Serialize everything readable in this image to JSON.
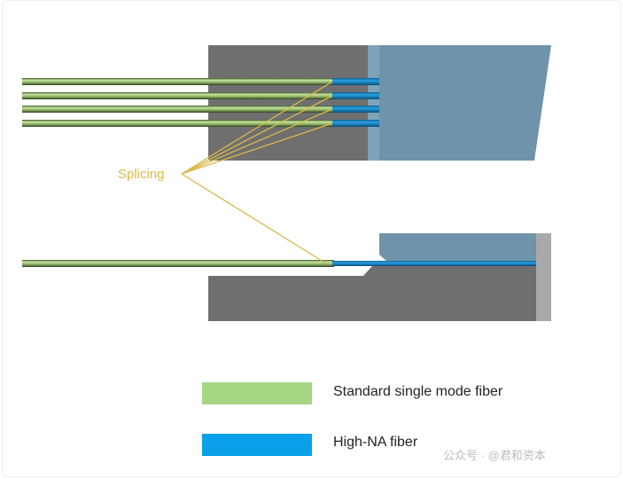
{
  "diagram": {
    "callout": "Splicing",
    "legend": [
      {
        "label": "Standard single mode fiber",
        "color": "#a6d684"
      },
      {
        "label": "High-NA fiber",
        "color": "#0aa0ea"
      }
    ],
    "watermark": "公众号 · @君和资本"
  }
}
